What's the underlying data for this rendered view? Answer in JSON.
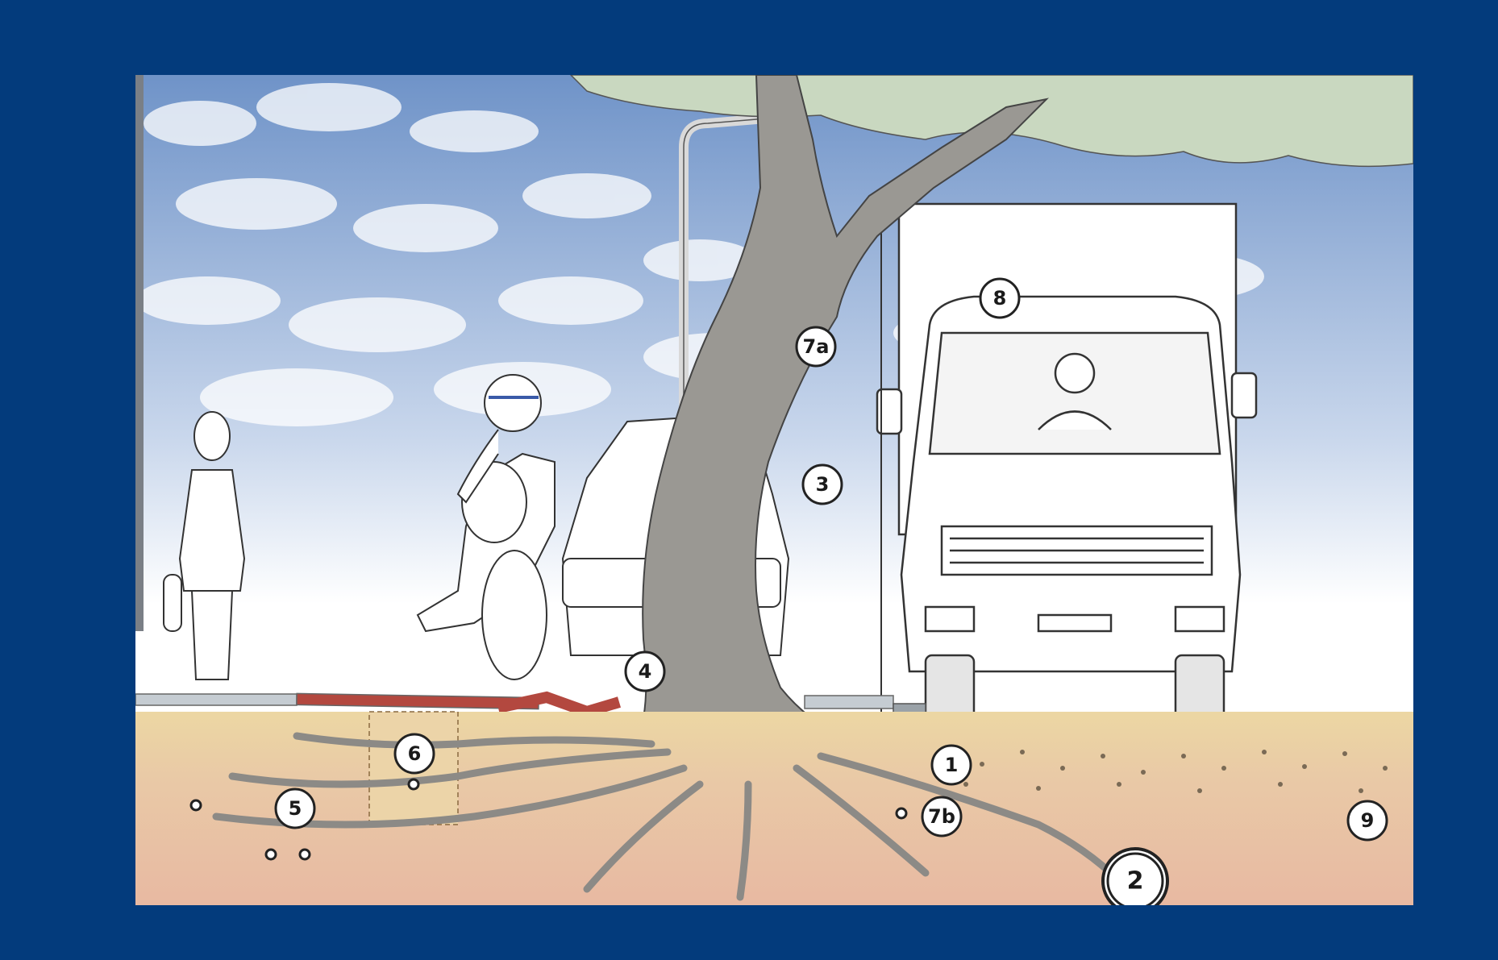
{
  "diagram": {
    "callouts": [
      {
        "id": "c1",
        "label": "1",
        "cx": 0,
        "cy": 0
      },
      {
        "id": "c2",
        "label": "2",
        "cx": 0,
        "cy": 0
      },
      {
        "id": "c3",
        "label": "3",
        "cx": 0,
        "cy": 0
      },
      {
        "id": "c4",
        "label": "4",
        "cx": 0,
        "cy": 0
      },
      {
        "id": "c5",
        "label": "5",
        "cx": 0,
        "cy": 0
      },
      {
        "id": "c6",
        "label": "6",
        "cx": 0,
        "cy": 0
      },
      {
        "id": "c7a",
        "label": "7a",
        "cx": 0,
        "cy": 0
      },
      {
        "id": "c7b",
        "label": "7b",
        "cx": 0,
        "cy": 0
      },
      {
        "id": "c8",
        "label": "8",
        "cx": 0,
        "cy": 0
      },
      {
        "id": "c9",
        "label": "9",
        "cx": 0,
        "cy": 0
      }
    ]
  },
  "colors": {
    "border": "#033b7c",
    "sky_top": "#6f93c8",
    "sky_bottom": "#ffffff",
    "trunk": "#9a9893",
    "foliage": "#c9d8c0",
    "soil_top": "#ecd7a3",
    "soil_deep": "#e8b9a2",
    "paving_red": "#b3483f",
    "curb_gray": "#9aa2a8",
    "line": "#333333"
  }
}
